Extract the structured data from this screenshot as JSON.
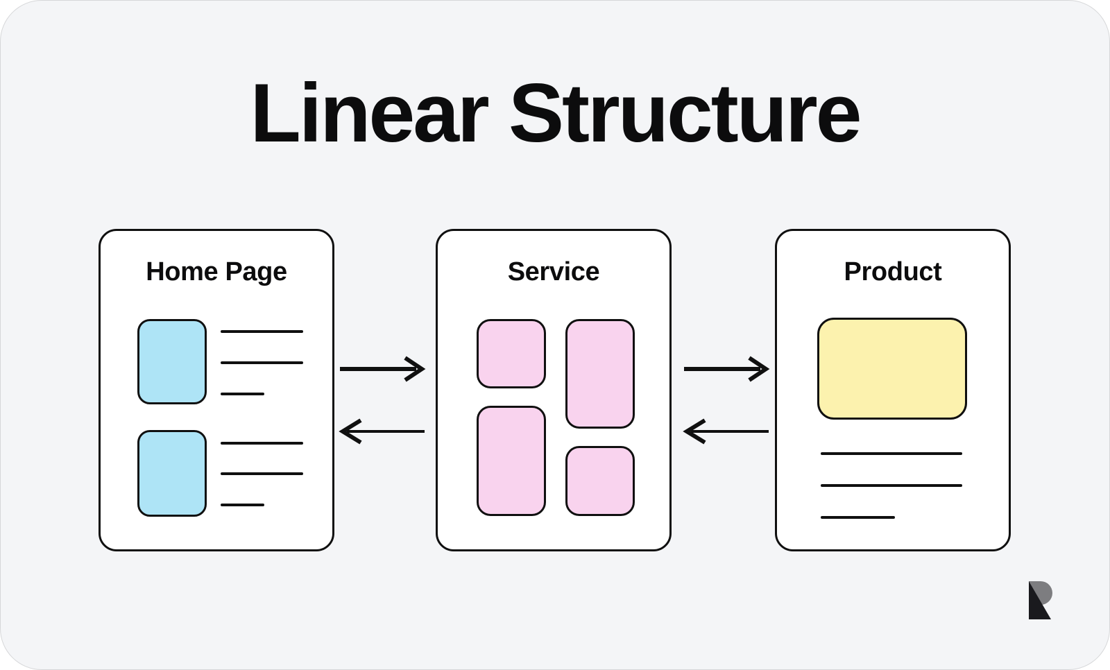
{
  "page": {
    "title": "Linear Structure"
  },
  "diagram": {
    "cards": [
      {
        "label": "Home Page",
        "content_type": "list",
        "thumbnails": 2,
        "lines_per_thumbnail": 3,
        "thumbnail_color": "#aee4f6"
      },
      {
        "label": "Service",
        "content_type": "grid",
        "blocks": 4,
        "block_color": "#f9d3ee"
      },
      {
        "label": "Product",
        "content_type": "hero",
        "hero_color": "#fcf2ae",
        "lines": 3
      }
    ],
    "connections": [
      {
        "from": "Home Page",
        "to": "Service",
        "direction": "both",
        "icons": [
          "arrow-right-icon",
          "arrow-left-icon"
        ]
      },
      {
        "from": "Service",
        "to": "Product",
        "direction": "both",
        "icons": [
          "arrow-right-icon",
          "arrow-left-icon"
        ]
      }
    ]
  },
  "colors": {
    "background": "#f4f5f7",
    "card_bg": "#ffffff",
    "outline": "#101010",
    "blue": "#aee4f6",
    "pink": "#f9d3ee",
    "yellow": "#fcf2ae",
    "logo_black": "#1a1a1e",
    "logo_gray": "#7d7d80"
  },
  "logo": {
    "icon": "r-logo-icon"
  }
}
